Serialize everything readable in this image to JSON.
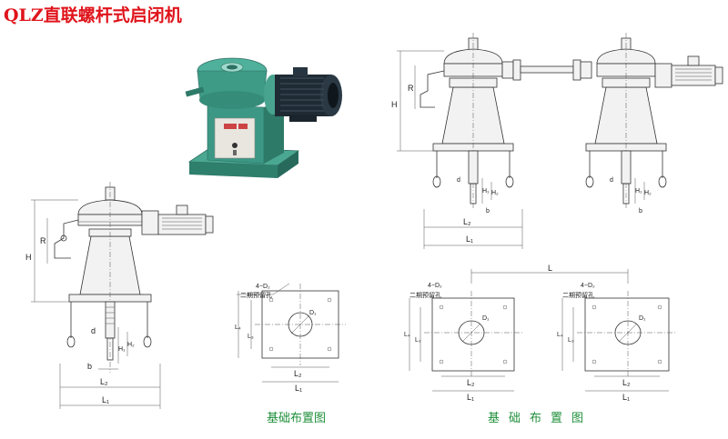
{
  "title": "QLZ直联螺杆式启闭机",
  "captions": {
    "left": "基础布置图",
    "right": "基础布置图"
  },
  "labels": {
    "H": "H",
    "R": "R",
    "L": "L",
    "L1": "L₁",
    "L2": "L₂",
    "L3": "L₃",
    "L4": "L₄",
    "D1": "D₁",
    "D2": "4−D₂",
    "reserved_hole": "二期预留孔",
    "d": "d",
    "b": "b",
    "H1": "H₁",
    "H2": "H₂"
  },
  "colors": {
    "title": "#e0141b",
    "caption": "#1f8f3a",
    "machine_green": "#3a9a86",
    "motor_dark": "#1e2a33"
  }
}
